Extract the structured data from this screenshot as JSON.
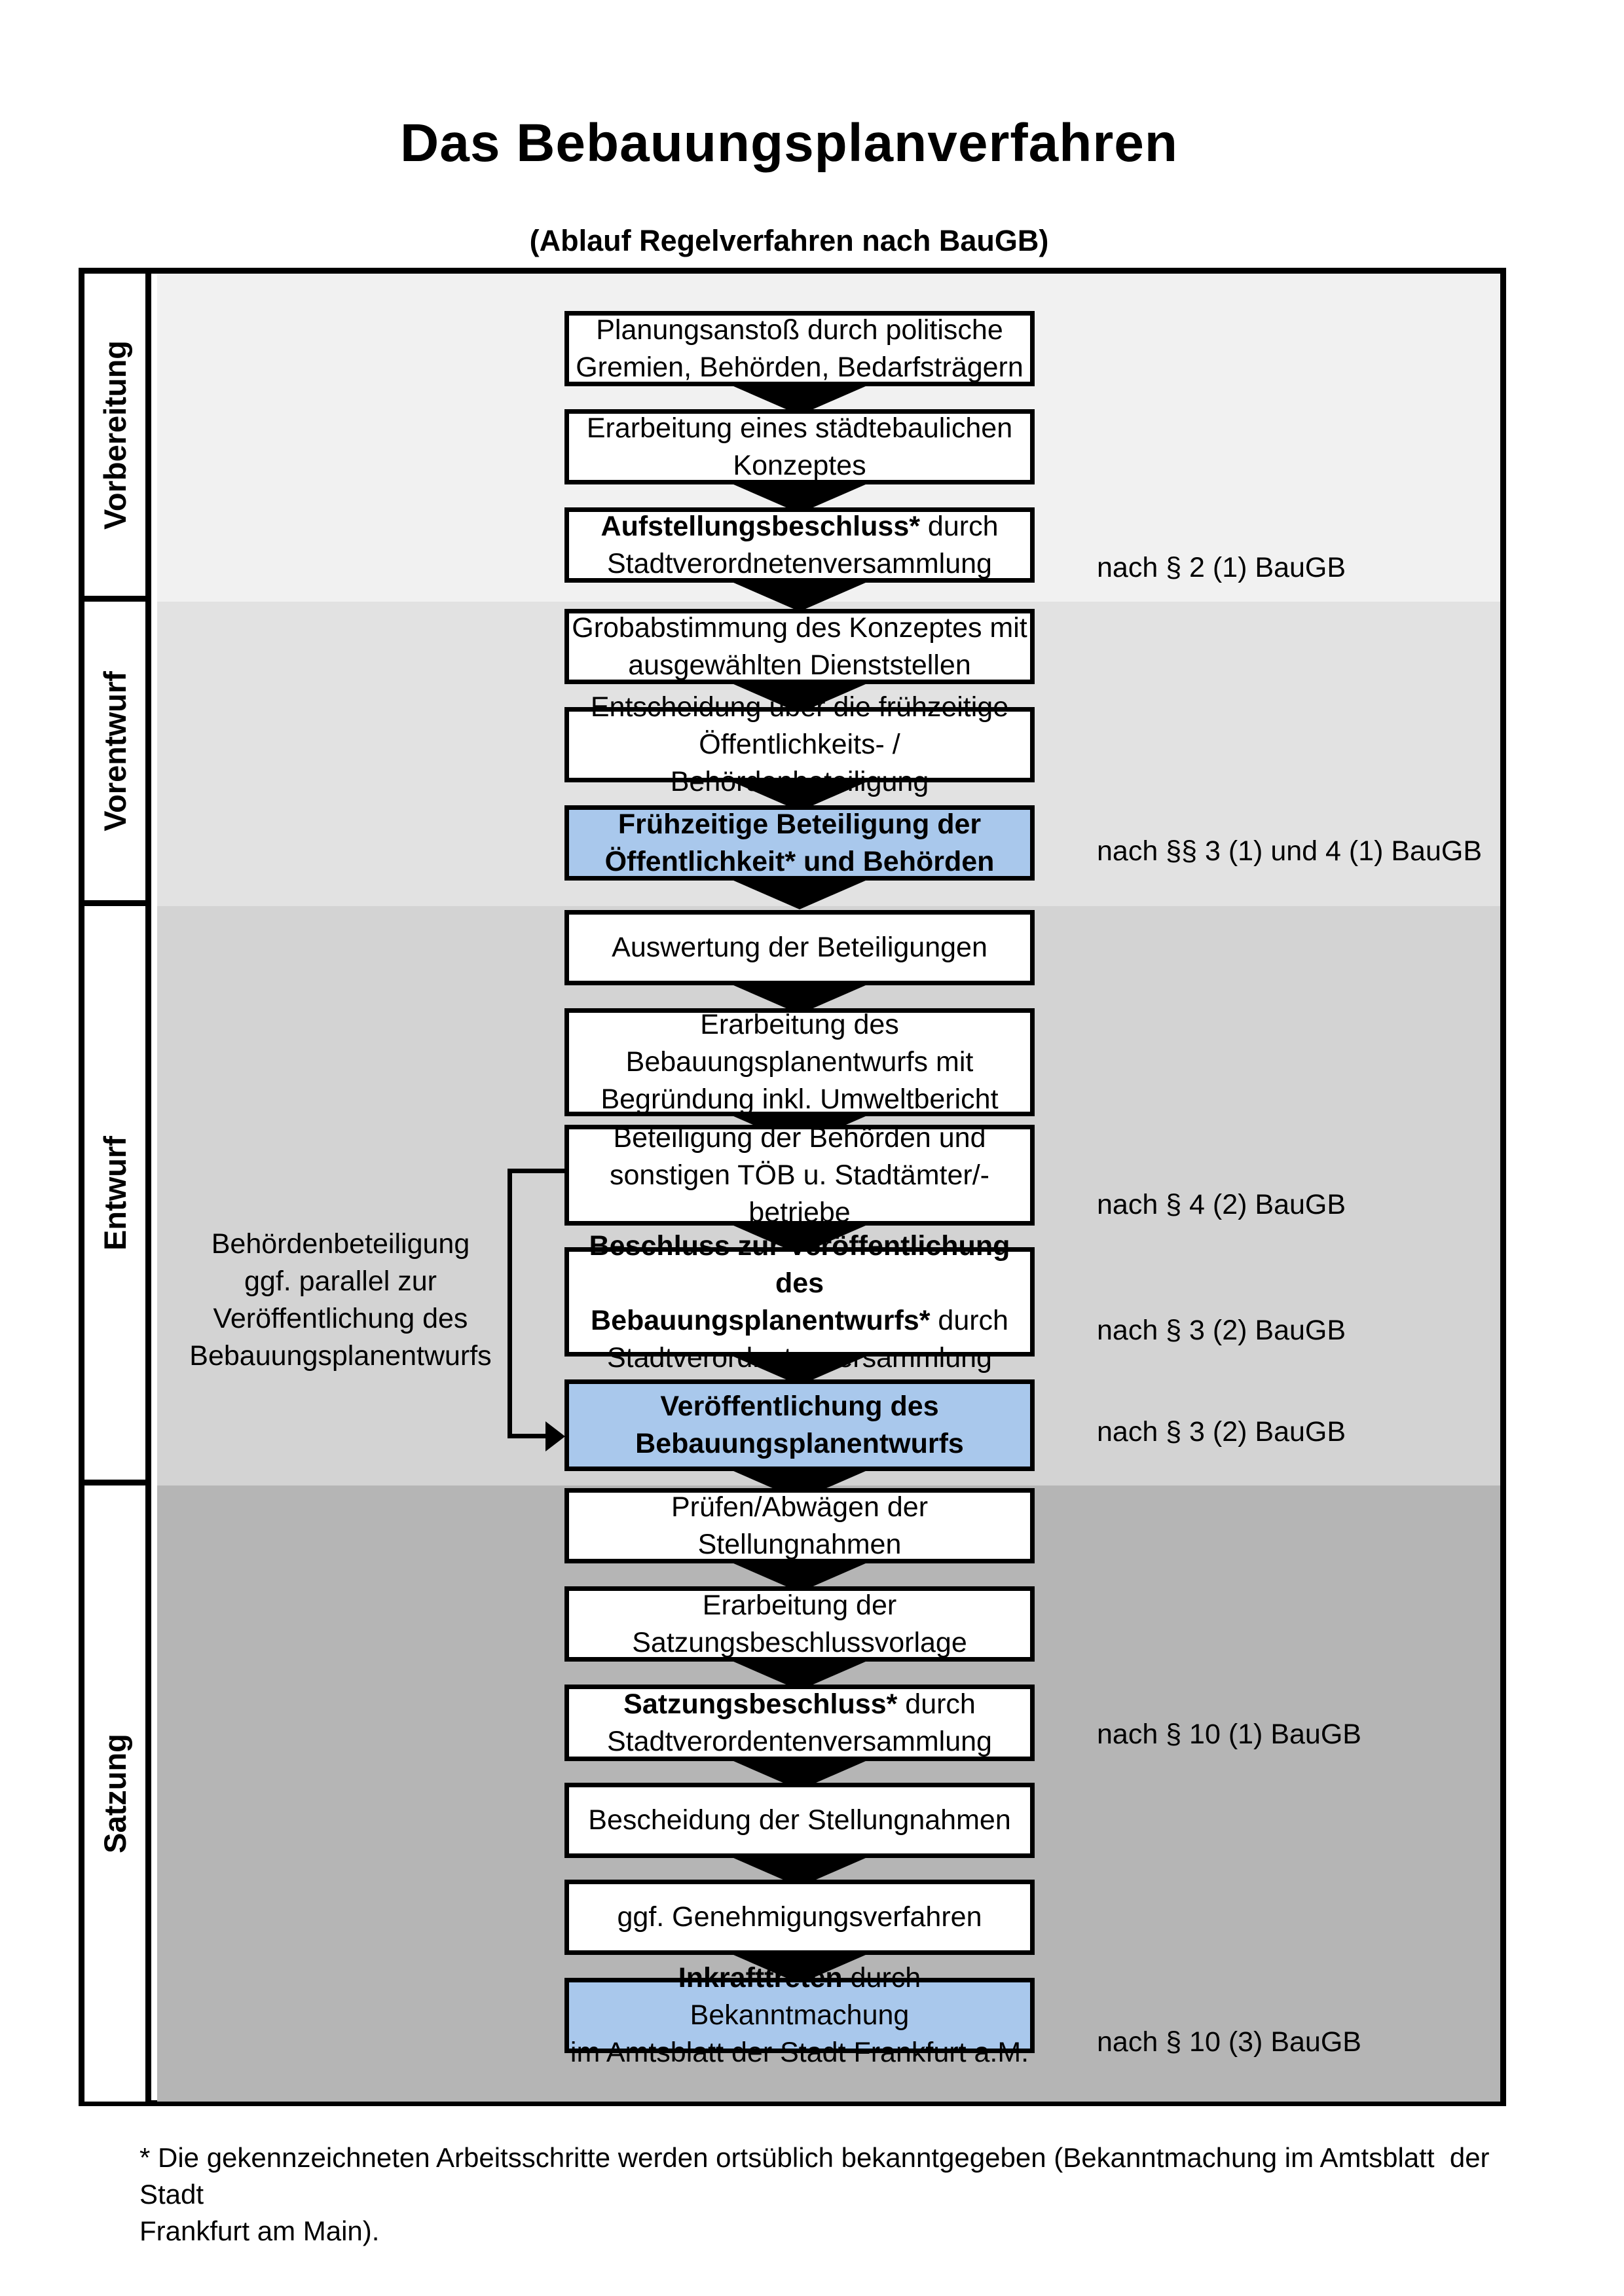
{
  "title": "Das Bebauungsplanverfahren",
  "subtitle": "(Ablauf Regelverfahren nach BauGB)",
  "colors": {
    "highlight_box_blue": "#a9c8ec",
    "section_vorbereitung": "#f1f1f1",
    "section_vorentwurf": "#e2e2e2",
    "section_entwurf": "#d3d3d3",
    "section_satzung": "#b5b5b5",
    "box_border": "#000000"
  },
  "phases": [
    {
      "label": "Vorbereitung"
    },
    {
      "label": "Vorentwurf"
    },
    {
      "label": "Entwurf"
    },
    {
      "label": "Satzung"
    }
  ],
  "boxes": [
    {
      "bold": "",
      "text": "Planungsanstoß durch politische\nGremien, Behörden, Bedarfsträgern",
      "highlight": false
    },
    {
      "bold": "",
      "text": "Erarbeitung eines städtebaulichen\nKonzeptes",
      "highlight": false
    },
    {
      "bold": "Aufstellungsbeschluss*",
      "text": " durch\nStadtverordnetenversammlung",
      "highlight": false
    },
    {
      "bold": "",
      "text": "Grobabstimmung des Konzeptes mit\nausgewählten Dienststellen",
      "highlight": false
    },
    {
      "bold": "",
      "text": "Entscheidung über die frühzeitige\nÖffentlichkeits- / Behördenbeteiligung",
      "highlight": false
    },
    {
      "bold": "Frühzeitige Beteiligung der\nÖffentlichkeit* und Behörden",
      "text": "",
      "highlight": true
    },
    {
      "bold": "",
      "text": "Auswertung der Beteiligungen",
      "highlight": false
    },
    {
      "bold": "",
      "text": "Erarbeitung des\nBebauungsplanentwurfs mit\nBegründung inkl. Umweltbericht",
      "highlight": false
    },
    {
      "bold": "",
      "text": "Beteiligung der Behörden und\nsonstigen TÖB u. Stadtämter/-betriebe",
      "highlight": false
    },
    {
      "bold": "Beschluss zur Veröffentlichung des\nBebauungsplanentwurfs*",
      "text": " durch\nStadtverordnetenversammlung",
      "highlight": false
    },
    {
      "bold": "Veröffentlichung des\nBebauungsplanentwurfs",
      "text": "",
      "highlight": true
    },
    {
      "bold": "",
      "text": "Prüfen/Abwägen der Stellungnahmen",
      "highlight": false
    },
    {
      "bold": "",
      "text": "Erarbeitung der\nSatzungsbeschlussvorlage",
      "highlight": false
    },
    {
      "bold": "Satzungsbeschluss*",
      "text": " durch\nStadtverordentenversammlung",
      "highlight": false
    },
    {
      "bold": "",
      "text": "Bescheidung der Stellungnahmen",
      "highlight": false
    },
    {
      "bold": "",
      "text": "ggf. Genehmigungsverfahren",
      "highlight": false
    },
    {
      "bold": "Inkrafttreten",
      "text": " durch Bekanntmachung\nim Amtsblatt der Stadt Frankfurt a.M.",
      "highlight": true
    }
  ],
  "annotations": [
    {
      "text": "nach § 2 (1) BauGB"
    },
    {
      "text": "nach §§ 3 (1) und 4 (1) BauGB"
    },
    {
      "text": "nach § 4 (2) BauGB"
    },
    {
      "text": "nach § 3 (2) BauGB"
    },
    {
      "text": "nach § 3 (2) BauGB"
    },
    {
      "text": "nach § 10 (1) BauGB"
    },
    {
      "text": "nach § 10 (3) BauGB"
    }
  ],
  "side_note": "Behördenbeteiligung\nggf. parallel zur\nVeröffentlichung des\nBebauungsplanentwurfs",
  "footnote": "* Die gekennzeichneten Arbeitsschritte werden ortsüblich bekanntgegeben (Bekanntmachung im Amtsblatt  der Stadt\nFrankfurt am Main)."
}
